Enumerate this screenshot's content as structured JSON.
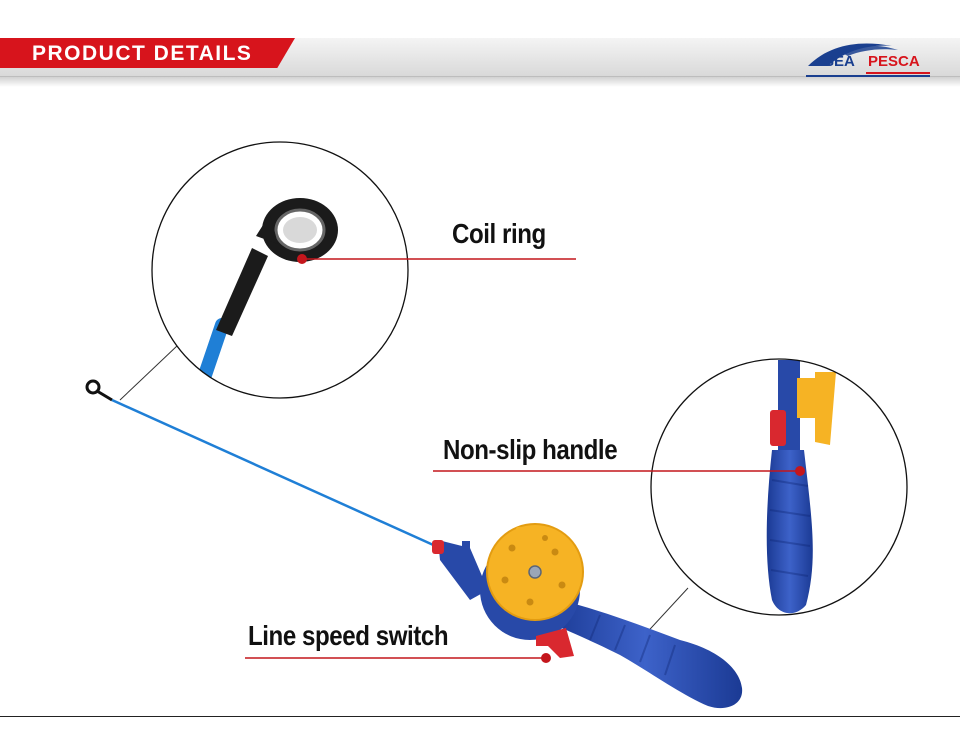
{
  "header": {
    "title": "PRODUCT DETAILS",
    "tab_color": "#d7141c"
  },
  "brand": {
    "part1": "SEA",
    "part2": "PESCA",
    "color_primary": "#1a3f8f",
    "color_accent": "#d7141c"
  },
  "callouts": {
    "coil_ring": "Coil ring",
    "non_slip_handle": "Non-slip handle",
    "line_speed_switch": "Line speed switch"
  },
  "colors": {
    "rod_blue": "#1f7fd6",
    "handle_blue": "#2849a8",
    "reel_yellow": "#f6b324",
    "switch_red": "#d9282f",
    "leader_line": "#c4161c"
  },
  "icons": {
    "brand": "fish-hook-logo-icon"
  }
}
